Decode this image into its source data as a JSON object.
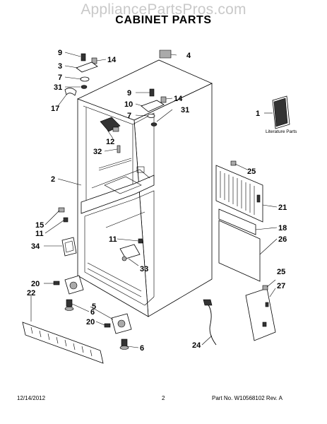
{
  "watermark": "AppliancePartsPros.com",
  "title": "CABINET PARTS",
  "literature_label": "Literature Parts",
  "callouts": {
    "c1": "1",
    "c2": "2",
    "c3": "3",
    "c4": "4",
    "c5": "5",
    "c6a": "6",
    "c6b": "6",
    "c7a": "7",
    "c7b": "7",
    "c9a": "9",
    "c9b": "9",
    "c10": "10",
    "c11a": "11",
    "c11b": "11",
    "c12": "12",
    "c14a": "14",
    "c14b": "14",
    "c15": "15",
    "c17": "17",
    "c18": "18",
    "c20a": "20",
    "c20b": "20",
    "c21": "21",
    "c22": "22",
    "c24": "24",
    "c25a": "25",
    "c25b": "25",
    "c26": "26",
    "c27": "27",
    "c31a": "31",
    "c31b": "31",
    "c32": "32",
    "c33": "33",
    "c34": "34"
  },
  "footer": {
    "date": "12/14/2012",
    "page": "2",
    "part_no": "Part No. W10568102  Rev. A"
  }
}
